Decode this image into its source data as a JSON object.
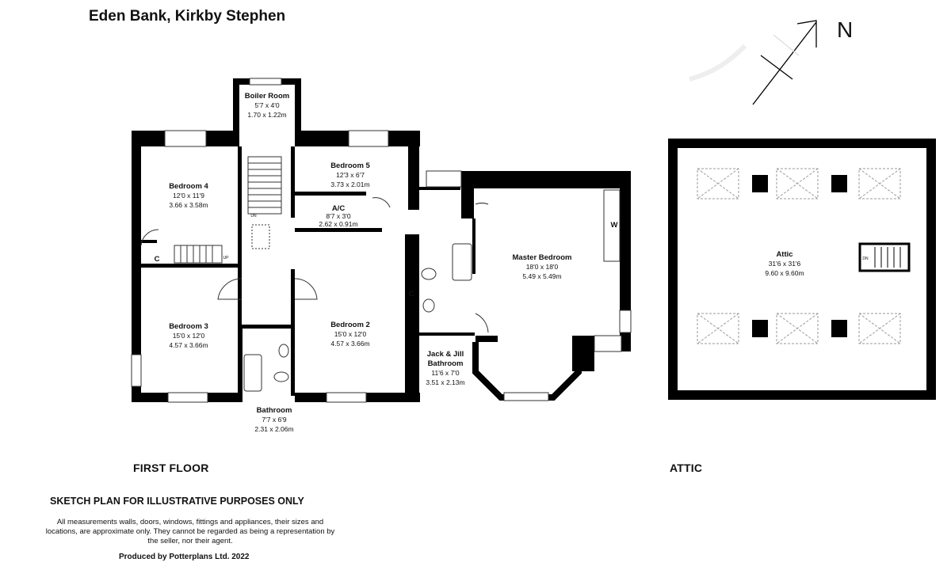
{
  "header": {
    "title": "Eden Bank, Kirkby Stephen"
  },
  "rooms": {
    "boiler_room": {
      "name": "Boiler Room",
      "imperial": "5'7 x 4'0",
      "metric": "1.70 x 1.22m"
    },
    "bedroom_4": {
      "name": "Bedroom 4",
      "imperial": "12'0 x 11'9",
      "metric": "3.66 x 3.58m"
    },
    "bedroom_5": {
      "name": "Bedroom 5",
      "imperial": "12'3 x 6'7",
      "metric": "3.73 x 2.01m"
    },
    "ac": {
      "name": "A/C",
      "imperial": "8'7 x 3'0",
      "metric": "2.62 x 0.91m"
    },
    "master_bedroom": {
      "name": "Master Bedroom",
      "imperial": "18'0 x 18'0",
      "metric": "5.49 x 5.49m"
    },
    "bedroom_3": {
      "name": "Bedroom 3",
      "imperial": "15'0 x 12'0",
      "metric": "4.57 x 3.66m"
    },
    "bedroom_2": {
      "name": "Bedroom 2",
      "imperial": "15'0 x 12'0",
      "metric": "4.57 x 3.66m"
    },
    "jack_jill": {
      "name1": "Jack & Jill",
      "name2": "Bathroom",
      "imperial": "11'6 x 7'0",
      "metric": "3.51 x 2.13m"
    },
    "bathroom": {
      "name": "Bathroom",
      "imperial": "7'7 x 6'9",
      "metric": "2.31 x 2.06m"
    },
    "attic": {
      "name": "Attic",
      "imperial": "31'6 x 31'6",
      "metric": "9.60 x 9.60m"
    }
  },
  "markers": {
    "cupboard": "C",
    "wardrobe": "W",
    "stairs_up": "UP",
    "stairs_down": "DN",
    "north": "N"
  },
  "floors": {
    "first_floor": "FIRST FLOOR",
    "attic": "ATTIC"
  },
  "footer": {
    "heading": "SKETCH PLAN FOR ILLUSTRATIVE PURPOSES ONLY",
    "disclaimer": "All measurements walls, doors, windows, fittings and appliances, their sizes and locations, are approximate only. They cannot be regarded as being a representation by the seller, nor their agent.",
    "producer": "Produced by Potterplans Ltd. 2022"
  }
}
